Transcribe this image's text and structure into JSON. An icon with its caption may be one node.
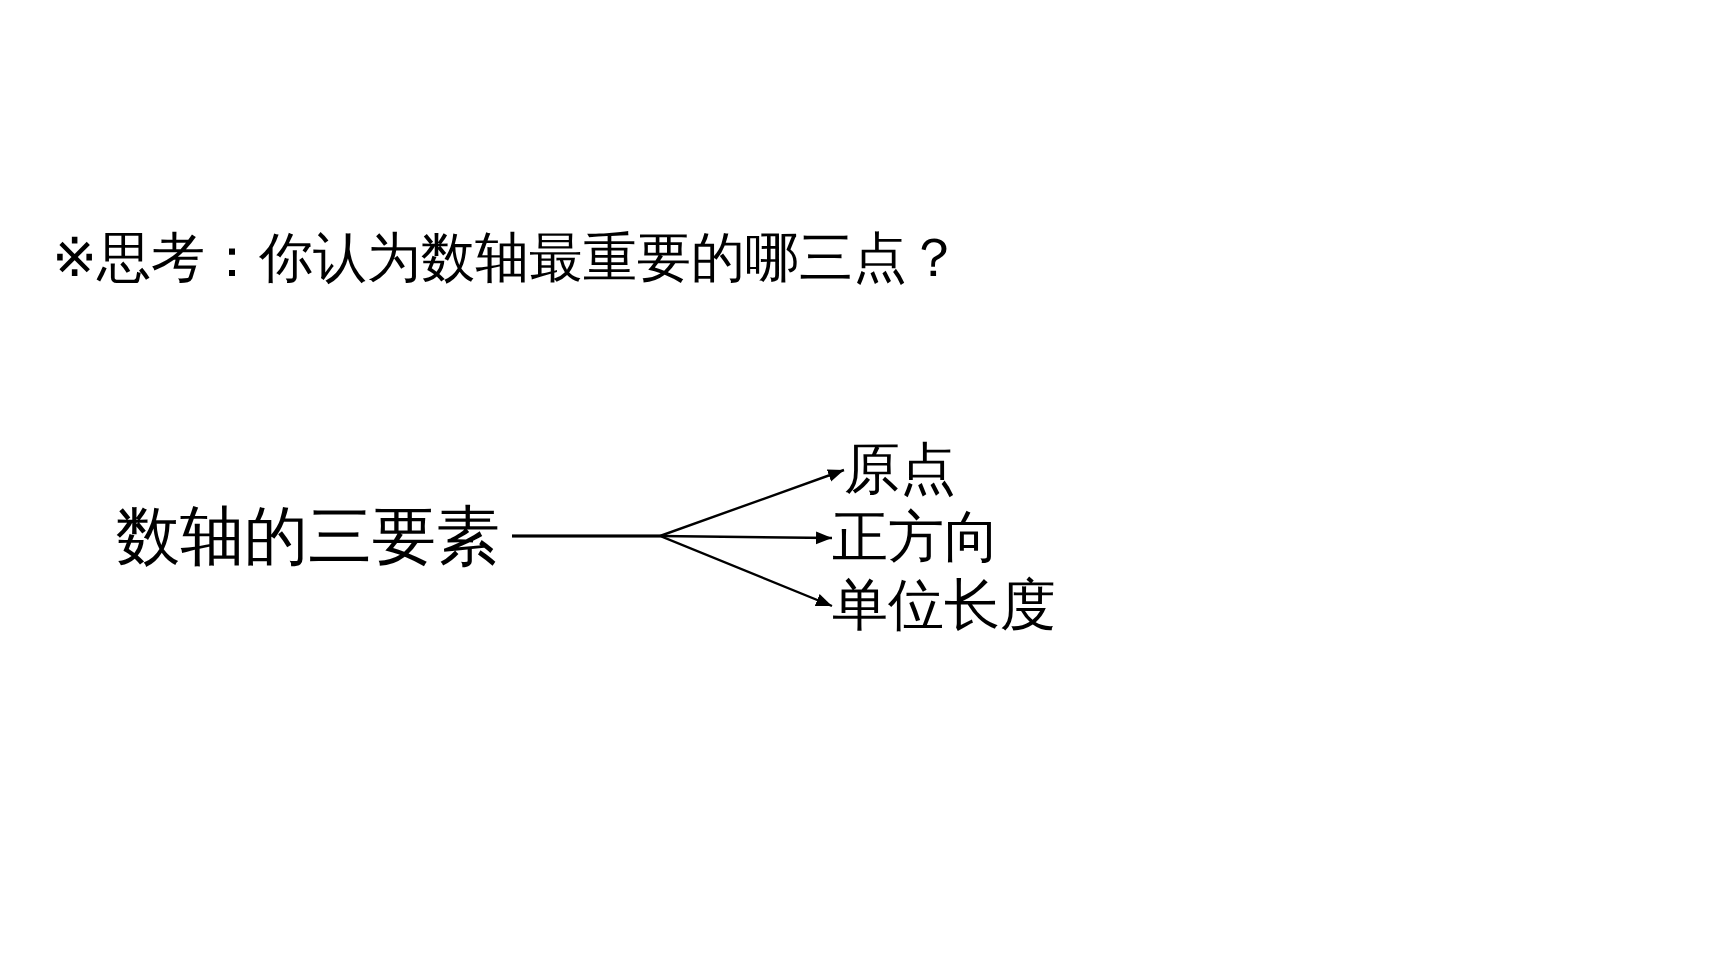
{
  "diagram": {
    "title": "※思考：你认为数轴最重要的哪三点？",
    "nodes": [
      {
        "text": [
          "数轴的三要素"
        ]
      },
      {
        "text": [
          "原点"
        ]
      },
      {
        "text": [
          "正方向"
        ]
      },
      {
        "text": [
          "单位长度"
        ]
      }
    ],
    "edges": [
      {
        "from": 0,
        "to": 1,
        "arrow": "to"
      },
      {
        "from": 0,
        "to": 2,
        "arrow": "to"
      },
      {
        "from": 0,
        "to": 3,
        "arrow": "to"
      }
    ]
  }
}
